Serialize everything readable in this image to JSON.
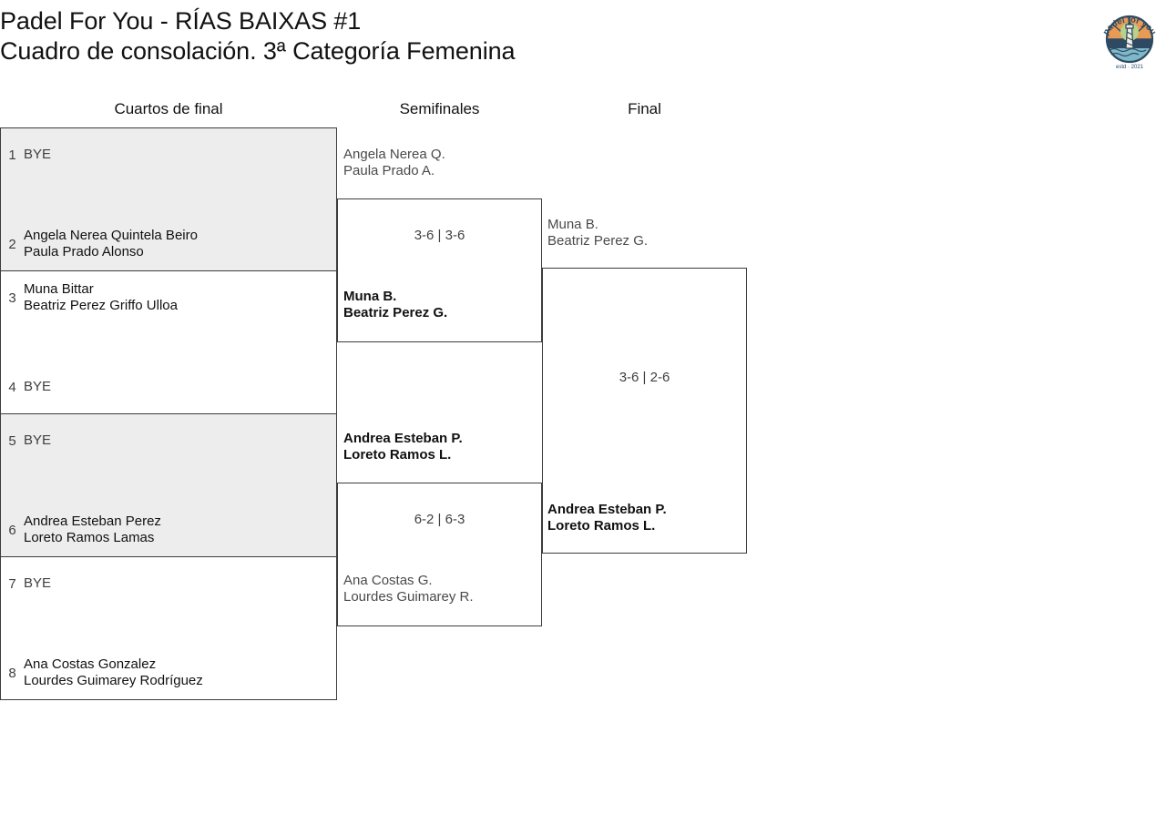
{
  "header": {
    "title_line1": "Padel For You - RÍAS BAIXAS #1",
    "title_line2": "Cuadro de consolación. 3ª Categoría Femenina",
    "logo": {
      "icon": "padel-for-you-lighthouse-logo",
      "arc_text": "padel for you",
      "footer_text": "estd · 2021"
    }
  },
  "colors": {
    "shaded_row": "#ededed",
    "border": "#3c3c3c",
    "winner_text": "#111111",
    "loser_text": "#4a4a4a",
    "logo_navy": "#2e4a63",
    "logo_orange": "#e99b56",
    "logo_green": "#b5d38a",
    "logo_water": "#7fb8c9",
    "logo_cream": "#f2ece2"
  },
  "rounds": [
    {
      "label": "Cuartos de final"
    },
    {
      "label": "Semifinales"
    },
    {
      "label": "Final"
    }
  ],
  "quarterfinals": [
    {
      "shaded": true,
      "top": {
        "seed": "1",
        "lines": [
          "BYE"
        ],
        "bye": true
      },
      "bottom": {
        "seed": "2",
        "lines": [
          "Angela Nerea Quintela Beiro",
          "Paula Prado Alonso"
        ],
        "bye": false
      }
    },
    {
      "shaded": false,
      "top": {
        "seed": "3",
        "lines": [
          "Muna Bittar",
          "Beatriz Perez Griffo Ulloa"
        ],
        "bye": false
      },
      "bottom": {
        "seed": "4",
        "lines": [
          "BYE"
        ],
        "bye": true
      }
    },
    {
      "shaded": true,
      "top": {
        "seed": "5",
        "lines": [
          "BYE"
        ],
        "bye": true
      },
      "bottom": {
        "seed": "6",
        "lines": [
          "Andrea Esteban Perez",
          "Loreto Ramos Lamas"
        ],
        "bye": false
      }
    },
    {
      "shaded": false,
      "top": {
        "seed": "7",
        "lines": [
          "BYE"
        ],
        "bye": true
      },
      "bottom": {
        "seed": "8",
        "lines": [
          "Ana Costas Gonzalez",
          "Lourdes Guimarey Rodríguez"
        ],
        "bye": false
      }
    }
  ],
  "semifinals": [
    {
      "score": "3-6 | 3-6",
      "top": {
        "lines": [
          "Angela Nerea Q.",
          "Paula Prado A."
        ],
        "winner": false
      },
      "bottom": {
        "lines": [
          "Muna B.",
          "Beatriz Perez G."
        ],
        "winner": true
      }
    },
    {
      "score": "6-2 | 6-3",
      "top": {
        "lines": [
          "Andrea Esteban P.",
          "Loreto Ramos L."
        ],
        "winner": true
      },
      "bottom": {
        "lines": [
          "Ana Costas G.",
          "Lourdes Guimarey R."
        ],
        "winner": false
      }
    }
  ],
  "final": {
    "score": "3-6 | 2-6",
    "top": {
      "lines": [
        "Muna B.",
        "Beatriz Perez G."
      ],
      "winner": false
    },
    "bottom": {
      "lines": [
        "Andrea Esteban P.",
        "Loreto Ramos L."
      ],
      "winner": true
    }
  }
}
